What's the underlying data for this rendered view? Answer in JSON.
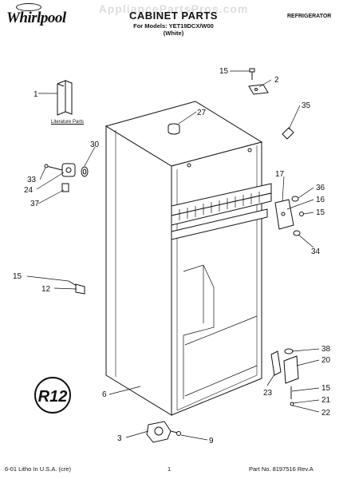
{
  "header": {
    "brand": "Whirlpool",
    "watermark": "AppliancePartsPros.com",
    "title": "CABINET PARTS",
    "models_line": "For Models: YET19DCX/W00",
    "color_line": "(White)",
    "category": "REFRIGERATOR"
  },
  "literature_label": "Literature Parts",
  "callouts": {
    "c1": "1",
    "c2": "2",
    "c3": "3",
    "c6": "6",
    "c9": "9",
    "c12": "12",
    "c15a": "15",
    "c15b": "15",
    "c15c": "15",
    "c15d": "15",
    "c16": "16",
    "c17": "17",
    "c20": "20",
    "c21": "21",
    "c22": "22",
    "c23": "23",
    "c24": "24",
    "c27": "27",
    "c30": "30",
    "c33": "33",
    "c34": "34",
    "c35": "35",
    "c36": "36",
    "c37": "37",
    "c38": "38"
  },
  "footer": {
    "left": "6-01 Litho In U.S.A. (cre)",
    "page": "1",
    "part_no": "Part No. 8197516 Rev.A"
  }
}
